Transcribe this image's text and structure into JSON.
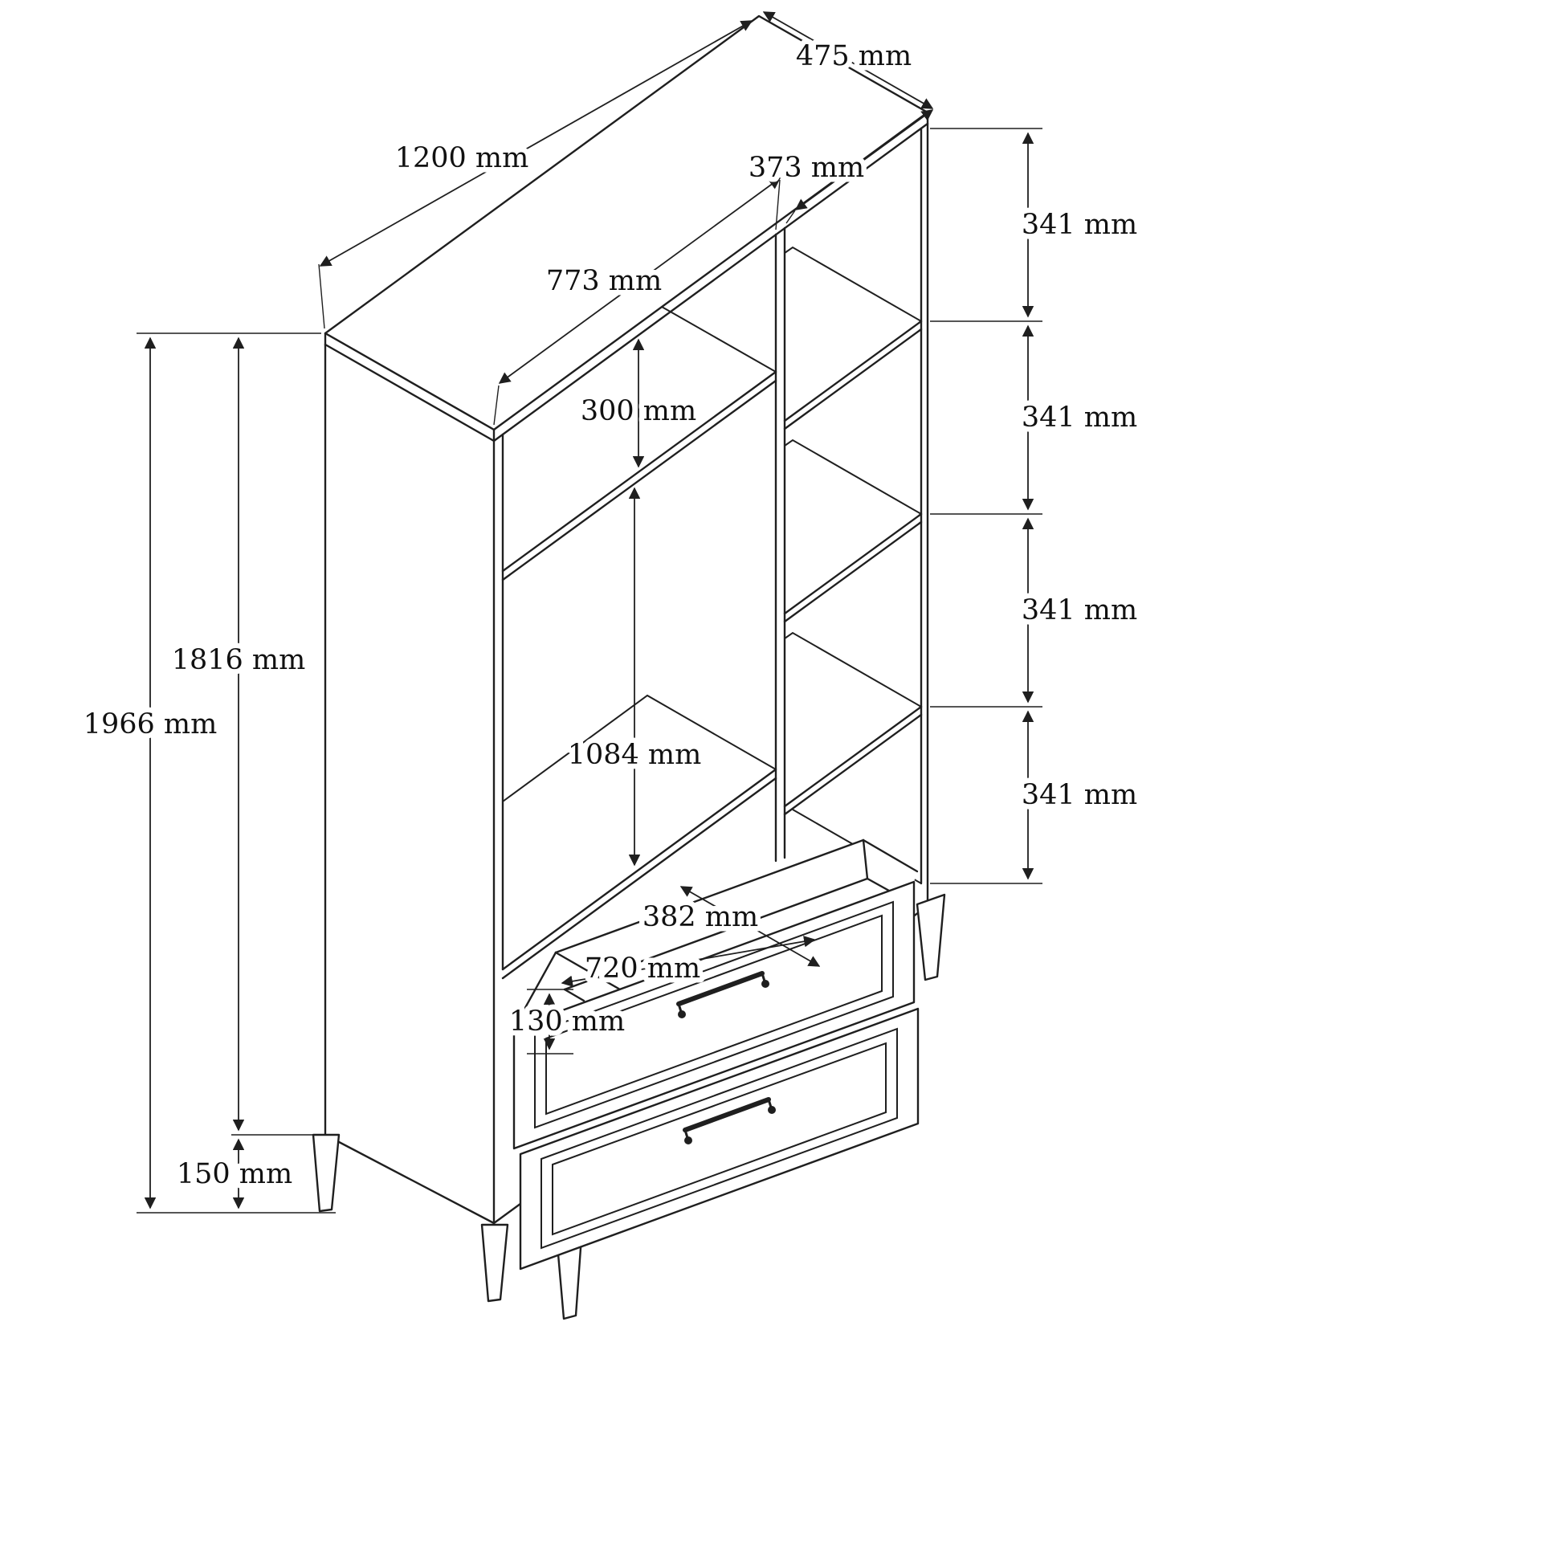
{
  "diagram": {
    "kind": "furniture-dimension-drawing",
    "item": "wardrobe with shelves and two drawers",
    "unit": "mm",
    "labels": {
      "top_width": "1200 mm",
      "top_depth": "475 mm",
      "left_section_width": "773 mm",
      "right_section_width": "373 mm",
      "upper_compartment_height": "300 mm",
      "tall_compartment_height": "1084 mm",
      "body_height": "1816 mm",
      "total_height": "1966 mm",
      "leg_height": "150 mm",
      "drawer_inner_depth": "382 mm",
      "drawer_inner_width": "720 mm",
      "drawer_height": "130 mm",
      "right_shelf_heights": [
        "341 mm",
        "341 mm",
        "341 mm",
        "341 mm"
      ]
    }
  }
}
